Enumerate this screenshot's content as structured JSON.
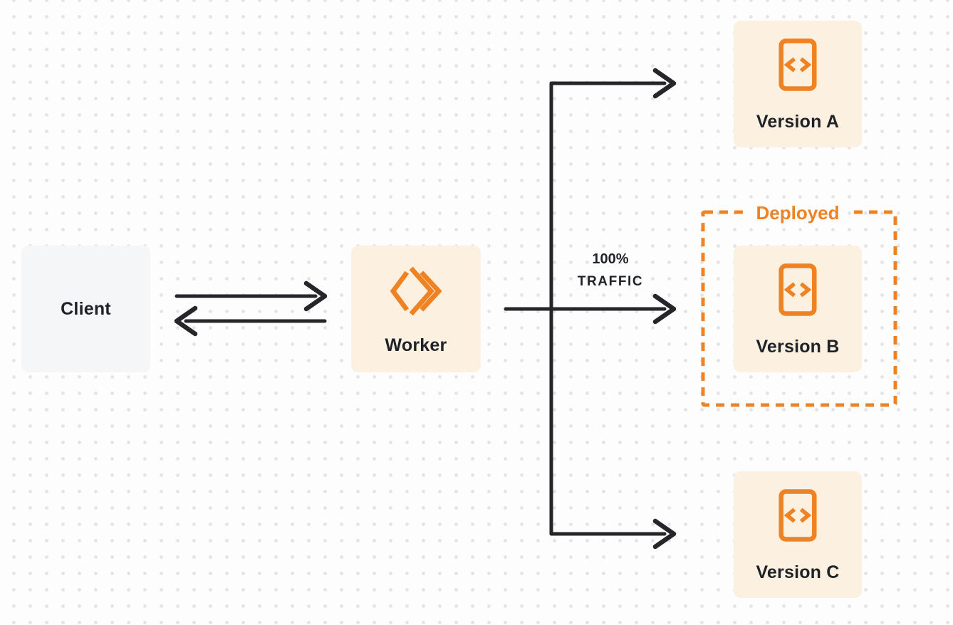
{
  "theme": {
    "bg": "#fdfdfd",
    "dot": "#e4e4e7",
    "orange": "#ef8222",
    "node_fill": "#fcf0e1",
    "client_fill": "#f5f6f7",
    "line": "#26262a",
    "text": "#1f2227"
  },
  "diagram": {
    "nodes": {
      "client": {
        "label": "Client"
      },
      "worker": {
        "label": "Worker",
        "icon": "cloudflare-workers-icon"
      },
      "version_a": {
        "label": "Version A",
        "icon": "code-file-icon"
      },
      "version_b": {
        "label": "Version B",
        "icon": "code-file-icon"
      },
      "version_c": {
        "label": "Version C",
        "icon": "code-file-icon"
      }
    },
    "group": {
      "label": "Deployed",
      "contains": "version_b",
      "border_style": "dashed"
    },
    "edges": [
      {
        "from": "client",
        "to": "worker",
        "direction": "bidirectional"
      },
      {
        "from": "worker",
        "to": "version_a",
        "direction": "forward"
      },
      {
        "from": "worker",
        "to": "version_b",
        "direction": "forward",
        "label_lines": [
          "100%",
          "TRAFFIC"
        ]
      },
      {
        "from": "worker",
        "to": "version_c",
        "direction": "forward"
      }
    ]
  }
}
